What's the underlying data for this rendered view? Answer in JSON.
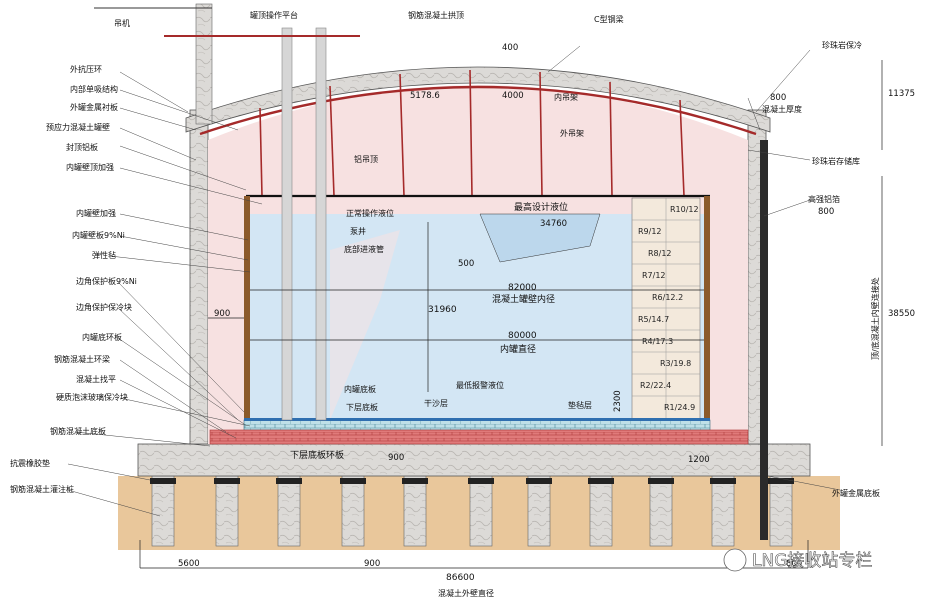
{
  "labels": {
    "crane": "吊机",
    "roof_platform": "罐顶操作平台",
    "concrete_dome": "钢筋混凝土拱顶",
    "c_beam": "C型钢梁",
    "perlite_insulation": "珍珠岩保冷",
    "outer_ring": "外抗压环",
    "inner_support": "内部单吸结构",
    "outer_liner": "外罐金属衬板",
    "prestressed_wall": "预应力混凝土罐壁",
    "seal_plate": "封顶铝板",
    "inner_top_stiffener": "内罐壁顶加强",
    "inner_stiffener": "内罐壁加强",
    "inner_shell": "内罐壁板9%Ni",
    "elastic_felt": "弹性毡",
    "corner_protect_ni": "边角保护板9%Ni",
    "corner_cold_block": "边角保护保冷块",
    "inner_annular": "内罐底环板",
    "ring_beam": "钢筋混凝土环梁",
    "leveling": "混凝土找平",
    "foam_glass": "硬质泡沫玻璃保冷块",
    "rc_base": "钢筋混凝土底板",
    "anti_seismic": "抗震橡胶垫",
    "pile": "钢筋混凝土灌注桩",
    "inner_hanger": "内吊架",
    "outer_hanger": "外吊架",
    "al_ceiling": "铝吊顶",
    "normal_level": "正常操作液位",
    "pump_well": "泵井",
    "bottom_inlet": "底部进液管",
    "max_design_level": "最高设计液位",
    "inner_wall_dia": "混凝土罐壁内径",
    "inner_dia": "内罐直径",
    "inner_bottom": "内罐底板",
    "lower_bottom": "下层底板",
    "dry_sand": "干沙层",
    "min_level": "最低报警液位",
    "cushion": "垫毡层",
    "lower_annular": "下层底板环板",
    "concrete_thickness": "混凝土厚度",
    "perlite_storage": "珍珠岩存储库",
    "high_strength_al": "高强铝箔",
    "outer_bottom": "外罐金属底板",
    "top_to_bottom": "顶/底混凝土内壁连接处",
    "outer_wall_dia": "混凝土外壁直径"
  },
  "dimensions": {
    "d400": "400",
    "d800_top": "800",
    "d11375": "11375",
    "d5178": "5178.6",
    "d4000": "4000",
    "d34760": "34760",
    "d500": "500",
    "d82000": "82000",
    "d31960": "31960",
    "d80000": "80000",
    "d900_left": "900",
    "d800_right": "800",
    "d38550": "38550",
    "d2300": "2300",
    "d900_bottom": "900",
    "d1200": "1200",
    "d5600": "5600",
    "d900_pile": "900",
    "d86600": "86600",
    "d800_br": "800"
  },
  "corner_bricks": [
    "R10/12",
    "R9/12",
    "R8/12",
    "R7/12",
    "R6/12.2",
    "R5/14.7",
    "R4/17.3",
    "R3/19.8",
    "R2/22.4",
    "R1/24.9"
  ],
  "watermark": "LNG接收站专栏",
  "colors": {
    "concrete": "#d9d6d2",
    "liquid": "#cfe3f3",
    "insulation": "#f6dede",
    "soil": "#e8c99e",
    "dome_red": "#a52a2a",
    "brick": "#f3e9dc"
  }
}
